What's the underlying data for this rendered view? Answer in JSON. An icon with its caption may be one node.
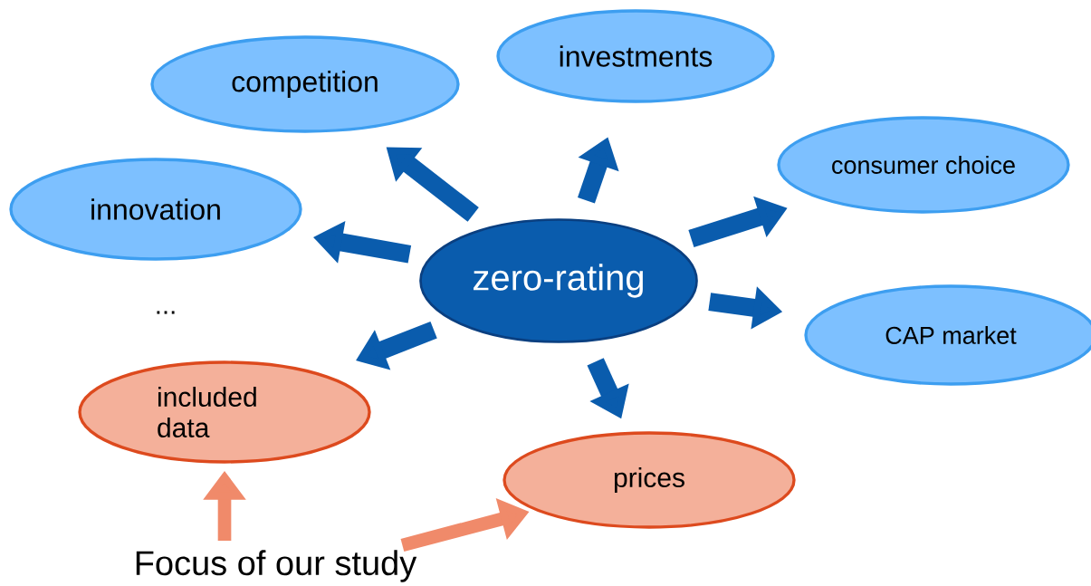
{
  "diagram": {
    "nodes": [
      {
        "text": [
          "zero-rating"
        ]
      },
      {
        "text": [
          "competition"
        ]
      },
      {
        "text": [
          "investments"
        ]
      },
      {
        "text": [
          "consumer choice"
        ]
      },
      {
        "text": [
          "innovation"
        ]
      },
      {
        "text": [
          "CAP market"
        ]
      },
      {
        "text": [
          "included data"
        ]
      },
      {
        "text": [
          "prices"
        ]
      },
      {
        "text": [
          "Focus of our study"
        ]
      }
    ],
    "edges": [
      {
        "from": 0,
        "to": 1,
        "arrow": "to"
      },
      {
        "from": 0,
        "to": 2,
        "arrow": "to"
      },
      {
        "from": 0,
        "to": 3,
        "arrow": "to"
      },
      {
        "from": 0,
        "to": 4,
        "arrow": "to"
      },
      {
        "from": 0,
        "to": 5,
        "arrow": "to"
      },
      {
        "from": 0,
        "to": 6,
        "arrow": "to"
      },
      {
        "from": 0,
        "to": 7,
        "arrow": "to"
      },
      {
        "from": 8,
        "to": 6,
        "arrow": "to",
        "color": "#f08a6a"
      },
      {
        "from": 8,
        "to": 7,
        "arrow": "to",
        "color": "#f08a6a"
      }
    ],
    "labels": [
      "..."
    ]
  }
}
